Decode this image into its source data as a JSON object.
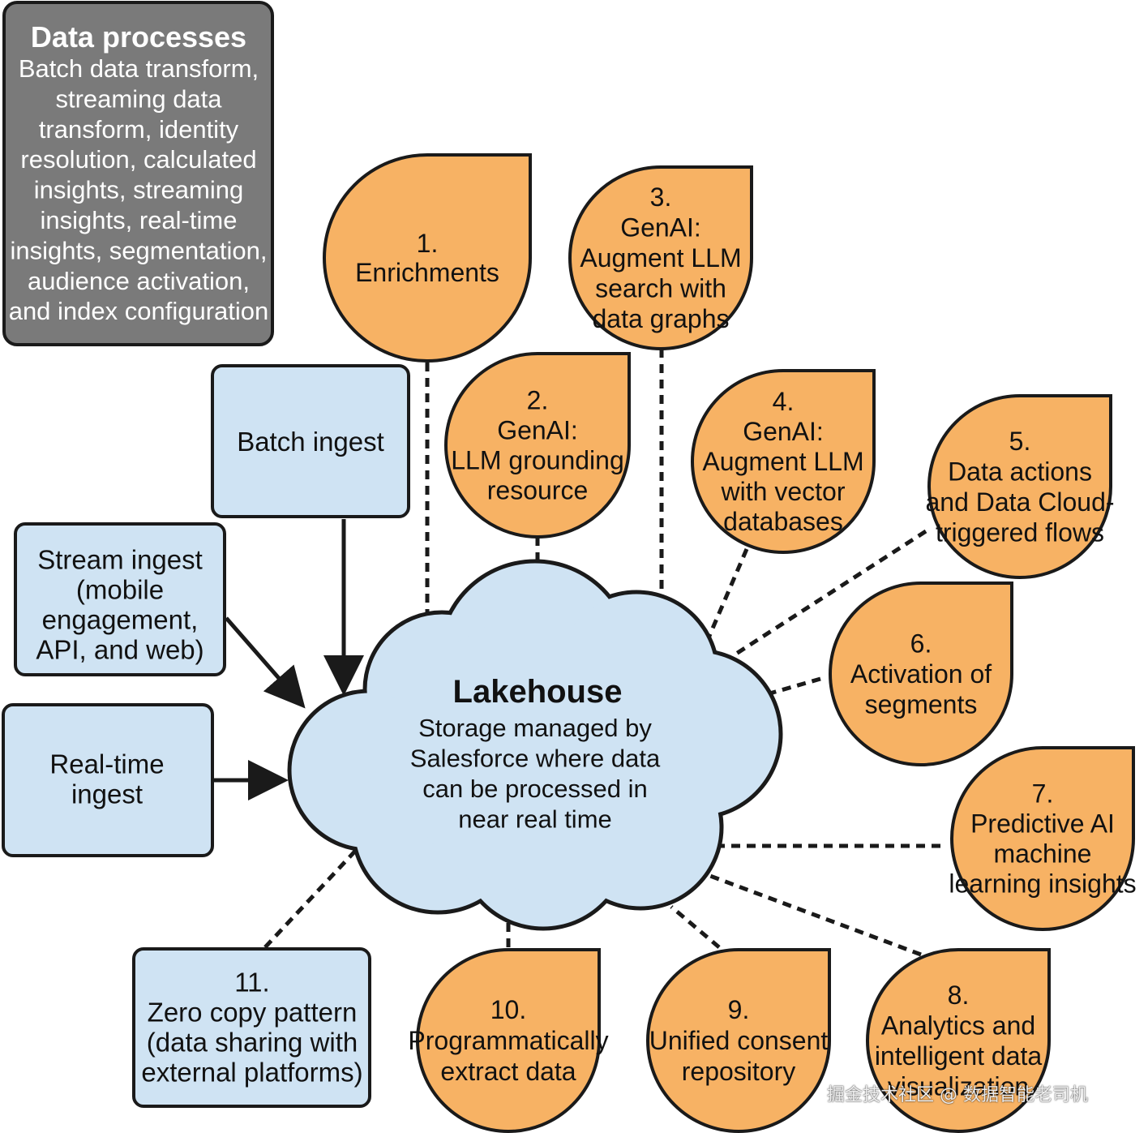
{
  "colors": {
    "gray_box": "#7a7a7a",
    "blue_box": "#cfe3f3",
    "orange_leaf": "#f7b264",
    "cloud": "#cfe3f3",
    "stroke": "#1a1a1a"
  },
  "data_processes": {
    "title": "Data processes",
    "lines": [
      "Batch data transform,",
      "streaming data",
      "transform, identity",
      "resolution, calculated",
      "insights, streaming",
      "insights, real-time",
      "insights, segmentation,",
      "audience activation,",
      "and index configuration"
    ]
  },
  "ingest": {
    "batch": {
      "lines": [
        "Batch ingest"
      ]
    },
    "stream": {
      "lines": [
        "Stream ingest",
        "(mobile",
        "engagement,",
        "API, and web)"
      ]
    },
    "realtime": {
      "lines": [
        "Real-time",
        "ingest"
      ]
    },
    "zero_copy": {
      "lines": [
        "11.",
        "Zero copy pattern",
        "(data sharing with",
        "external platforms)"
      ]
    }
  },
  "lakehouse": {
    "title": "Lakehouse",
    "lines": [
      "Storage managed by",
      "Salesforce where data",
      "can be processed in",
      "near real time"
    ]
  },
  "capabilities": {
    "c1": {
      "lines": [
        "1.",
        "Enrichments"
      ]
    },
    "c2": {
      "lines": [
        "2.",
        "GenAI:",
        "LLM grounding",
        "resource"
      ]
    },
    "c3": {
      "lines": [
        "3.",
        "GenAI:",
        "Augment LLM",
        "search with",
        "data graphs"
      ]
    },
    "c4": {
      "lines": [
        "4.",
        "GenAI:",
        "Augment LLM",
        "with vector",
        "databases"
      ]
    },
    "c5": {
      "lines": [
        "5.",
        "Data actions",
        "and Data Cloud-",
        "triggered flows"
      ]
    },
    "c6": {
      "lines": [
        "6.",
        "Activation of",
        "segments"
      ]
    },
    "c7": {
      "lines": [
        "7.",
        "Predictive AI",
        "machine",
        "learning insights"
      ]
    },
    "c8": {
      "lines": [
        "8.",
        "Analytics and",
        "intelligent data",
        "visualization"
      ]
    },
    "c9": {
      "lines": [
        "9.",
        "Unified consent",
        "repository"
      ]
    },
    "c10": {
      "lines": [
        "10.",
        "Programmatically",
        "extract data"
      ]
    }
  },
  "watermark": "掘金技术社区 @ 数据智能老司机"
}
